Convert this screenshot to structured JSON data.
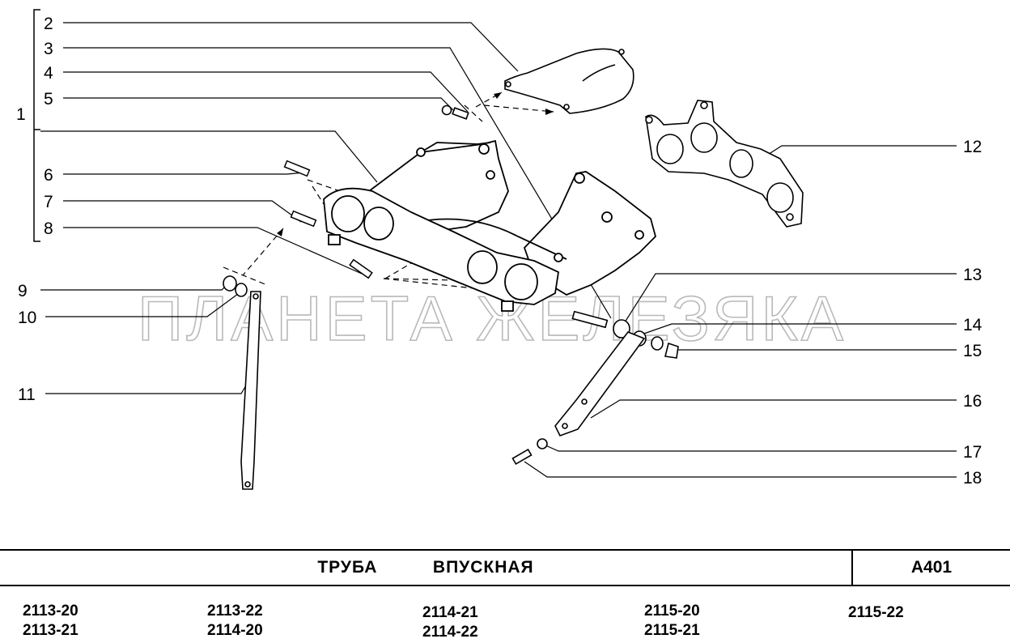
{
  "callouts": [
    "1",
    "2",
    "3",
    "4",
    "5",
    "6",
    "7",
    "8",
    "9",
    "10",
    "11",
    "12",
    "13",
    "14",
    "15",
    "16",
    "17",
    "18"
  ],
  "watermark": "ПЛАНЕТА ЖЕЛЕЗЯКА",
  "title": "ТРУБА   ВПУСКНАЯ",
  "code": "А401",
  "models": [
    "2113-20",
    "2113-21",
    "2113-22",
    "2114-20",
    "2114-21",
    "2114-22",
    "2115-20",
    "2115-21",
    "2115-22"
  ]
}
